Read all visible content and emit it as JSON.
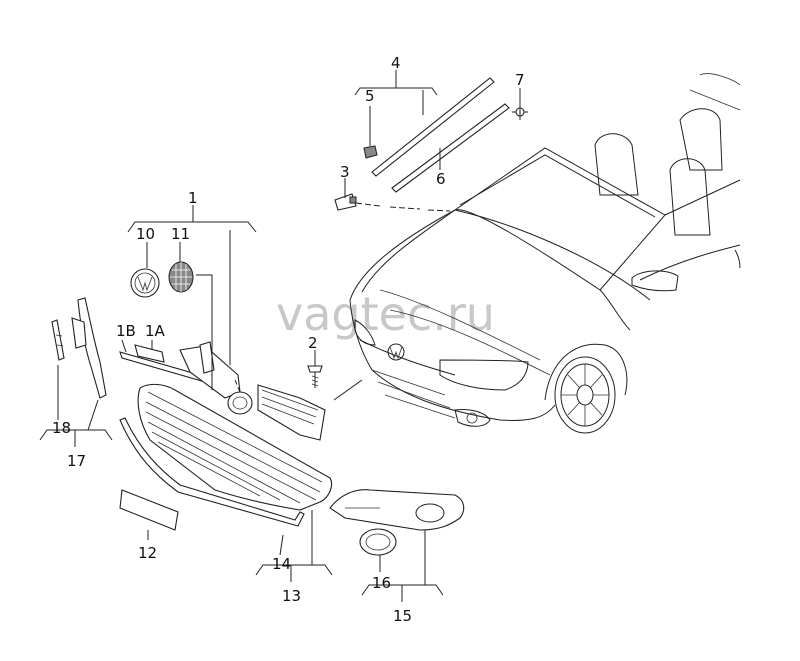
{
  "watermark": "vagtec.ru",
  "callouts": {
    "c1": "1",
    "c1a": "1A",
    "c1b": "1B",
    "c2": "2",
    "c3": "3",
    "c4": "4",
    "c5": "5",
    "c6": "6",
    "c7": "7",
    "c10": "10",
    "c11": "11",
    "c12": "12",
    "c13": "13",
    "c14": "14",
    "c15": "15",
    "c16": "16",
    "c17": "17",
    "c18": "18"
  }
}
